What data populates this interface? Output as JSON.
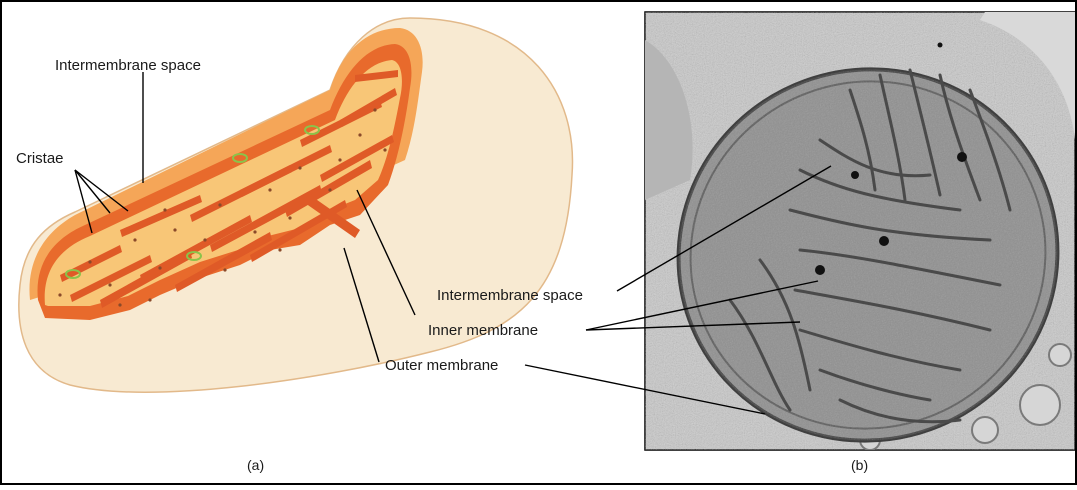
{
  "figure": {
    "panel_a": {
      "caption": "(a)",
      "labels": {
        "intermembrane_space": "Intermembrane space",
        "cristae": "Cristae",
        "outer_membrane": "Outer membrane"
      }
    },
    "panel_b": {
      "caption": "(b)",
      "labels": {
        "intermembrane_space": "Intermembrane space",
        "inner_membrane": "Inner membrane"
      }
    },
    "colors": {
      "outer_membrane": "#f7e6c9",
      "intermembrane": "#f39a4b",
      "inner_membrane": "#e86a2c",
      "matrix": "#f7c272",
      "cristae_fold": "#df5a27",
      "ribosome_dot": "#8a4a2a",
      "dna_ring": "#8bc34a",
      "micrograph_bg": "#c9c9c9",
      "micrograph_mito": "#8e8e8e"
    }
  }
}
